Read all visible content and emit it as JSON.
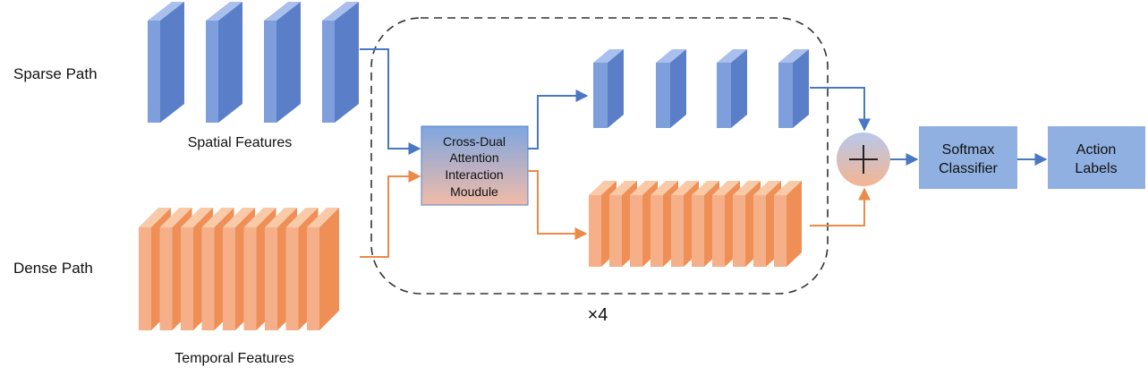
{
  "labels": {
    "sparse_path": "Sparse Path",
    "dense_path": "Dense Path",
    "spatial_features": "Spatial Features",
    "temporal_features": "Temporal Features",
    "module_lines": [
      "Cross-Dual",
      "Attention",
      "Interaction",
      "Moudule"
    ],
    "repeat": "×4",
    "softmax_lines": [
      "Softmax",
      "Classifier"
    ],
    "action_lines": [
      "Action",
      "Labels"
    ]
  },
  "colors": {
    "blue_front": "#7f9fdc",
    "blue_side": "#5a7fc8",
    "blue_top": "#a9c0ee",
    "orange_front": "#f5b08a",
    "orange_side": "#ef8f55",
    "orange_top": "#f8caa8",
    "arrow_blue": "#4a77c4",
    "arrow_orange": "#ec8a48",
    "box_blue": "#8fb0e0",
    "module_top": "#7ea6e0",
    "module_bottom": "#f1bba8"
  },
  "icons": {
    "sum": "plus-circle-icon"
  }
}
